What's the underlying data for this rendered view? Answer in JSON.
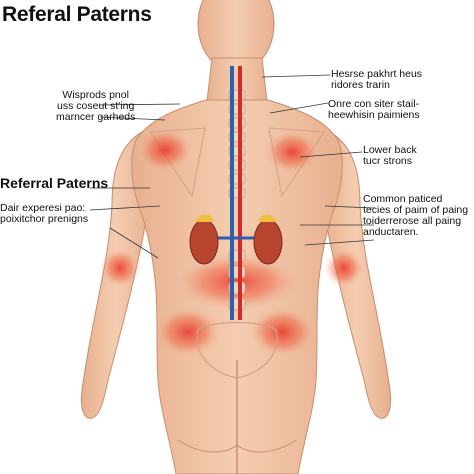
{
  "title": "Referal Paterns",
  "subtitle": "Referral Paterns",
  "labels": {
    "upper_left": [
      "Wisprods pnol",
      "uss coseut st'ing",
      "marncer garheds"
    ],
    "upper_right": [
      "Hesrse pakhrt heus",
      "ridores trarin"
    ],
    "mid_right": [
      "Onre con siter stail-",
      "heewhisin paimiens"
    ],
    "lower_back": [
      "Lower back",
      "tucr strons"
    ],
    "left_mid": [
      "Dair experesi pao:",
      "poixitchor prenigns"
    ],
    "right_mid": [
      "Common paticed",
      "tecies of paim of paing",
      "toiderrerose all paing",
      "anductaren."
    ]
  },
  "colors": {
    "skin": "#f2c6a8",
    "skin_shade": "#d99b7c",
    "pain": "#e8322a",
    "artery": "#d62a2a",
    "vein": "#2d5fb0",
    "kidney": "#b8452f",
    "adrenal": "#f0c040"
  }
}
